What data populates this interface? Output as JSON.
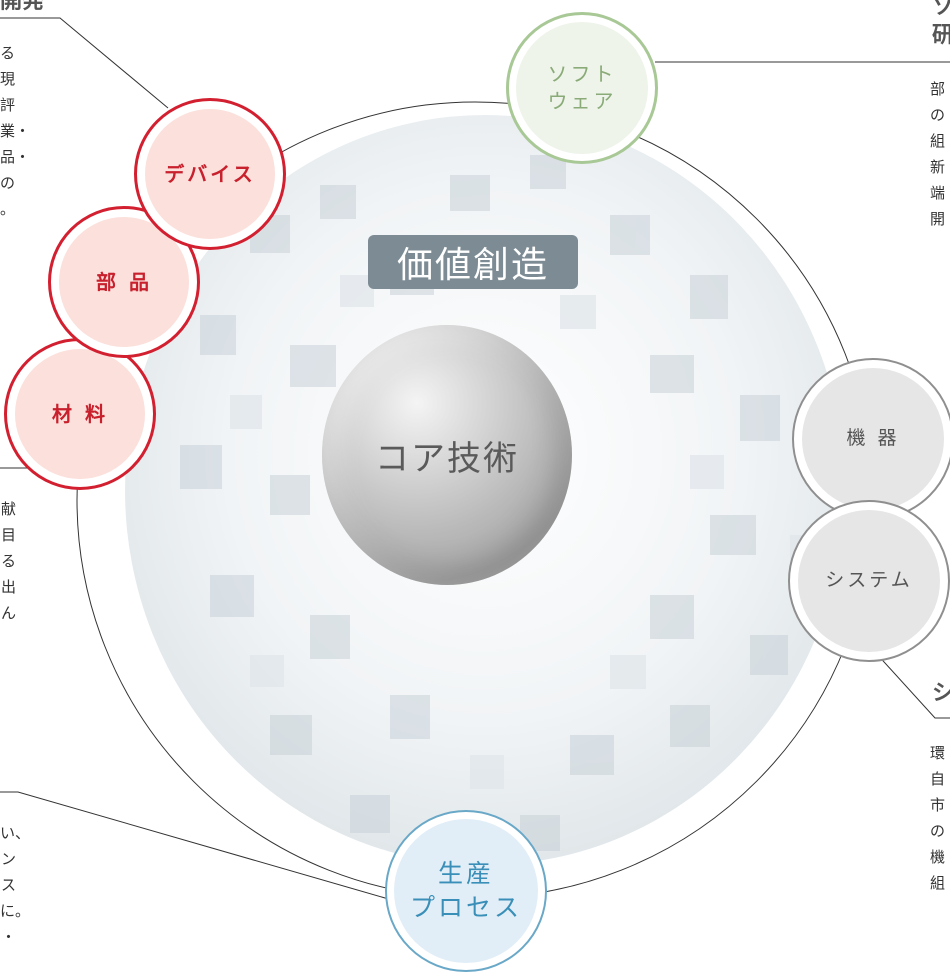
{
  "center": {
    "value_creation": "価値創造",
    "core_tech": "コア技術"
  },
  "bubbles": {
    "device": "デバイス",
    "parts": "部 品",
    "material": "材 料",
    "software": "ソフト\nウェア",
    "equipment": "機 器",
    "system": "システム",
    "process": "生産\nプロセス"
  },
  "side_texts": {
    "top_left_heading": "開発",
    "top_left_lines": "る\n現\n評\n業・\n品・\nの\n。",
    "mid_left_lines": "献\n目\nる\n出\nん",
    "bottom_left_lines": "い、\nン\nス\nに。\n・",
    "top_right_heading": "ソ\n研",
    "top_right_lines": "部\nの\n組\n新\n端\n開",
    "mid_right_heading": "シ",
    "bottom_right_lines": "環\n自\n市\nの\n機\n組"
  },
  "colors": {
    "red": "#d32030",
    "red_fill": "#fbe0dc",
    "green": "#a8c896",
    "blue": "#6aa8c8",
    "gray": "#8f8f8f",
    "pill": "#7d8c94"
  }
}
